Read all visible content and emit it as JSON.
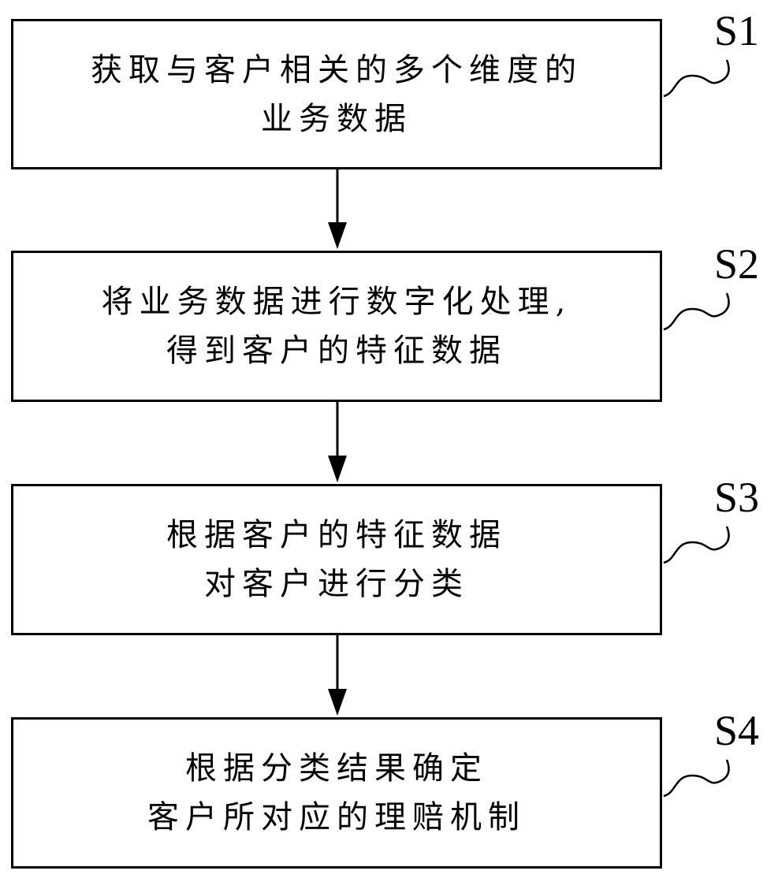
{
  "steps": [
    {
      "id": "S1",
      "lines": [
        "获取与客户相关的多个维度的",
        "业务数据"
      ]
    },
    {
      "id": "S2",
      "lines": [
        "将业务数据进行数字化处理,",
        "得到客户的特征数据"
      ]
    },
    {
      "id": "S3",
      "lines": [
        "根据客户的特征数据",
        "对客户进行分类"
      ]
    },
    {
      "id": "S4",
      "lines": [
        "根据分类结果确定",
        "客户所对应的理赔机制"
      ]
    }
  ]
}
